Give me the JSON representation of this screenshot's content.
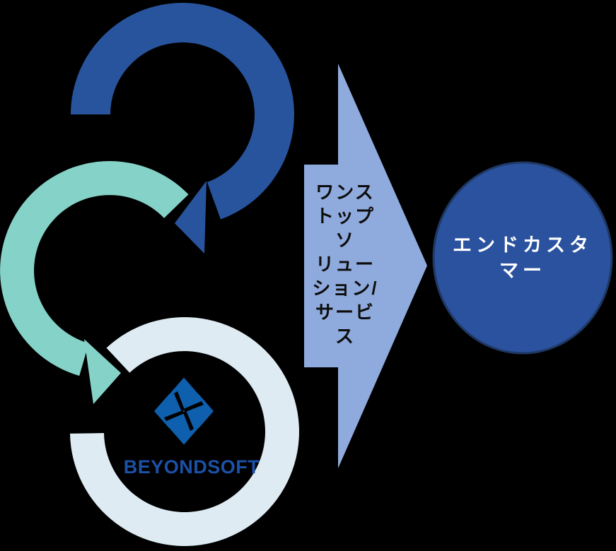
{
  "background": "#000000",
  "one_stop_arrow": {
    "lines": [
      "ワンス",
      "トップ",
      "ソ",
      "リュー",
      "ション/",
      "サービ",
      "ス"
    ],
    "full_text": "ワンストップソリューション/サービス"
  },
  "end_customer": {
    "line1": "エンドカスタ",
    "line2": "マー",
    "full_text": "エンドカスタマー"
  },
  "logo": {
    "wordmark": "BEYONDSOFT"
  },
  "colors": {
    "blue_cycle": "#28549E",
    "teal_cycle": "#85D2C8",
    "light_cycle": "#DEEBF2",
    "arrow_fill": "#8FAADC",
    "arrow_text": "#0D0D0D",
    "ellipse_fill": "#2A529F",
    "ellipse_border": "#1F3864",
    "ellipse_text": "#FFFFFF",
    "logo_mark": "#0E5FAE",
    "logo_text": "#1C51A8",
    "logo_cut": "#000000"
  }
}
